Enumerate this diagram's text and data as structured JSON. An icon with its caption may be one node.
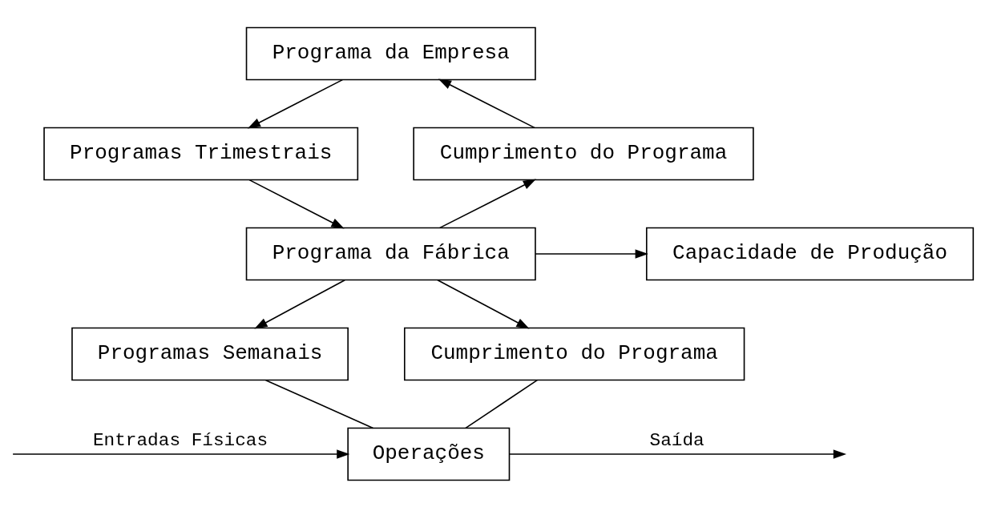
{
  "diagram": {
    "nodes": [
      {
        "text": [
          "Programa da Empresa"
        ]
      },
      {
        "text": [
          "Programas Trimestrais"
        ]
      },
      {
        "text": [
          "Cumprimento do Programa"
        ]
      },
      {
        "text": [
          "Programa da Fábrica"
        ]
      },
      {
        "text": [
          "Capacidade de Produção"
        ]
      },
      {
        "text": [
          "Programas Semanais"
        ]
      },
      {
        "text": [
          "Cumprimento do Programa"
        ]
      },
      {
        "text": [
          "Operações"
        ]
      }
    ],
    "edges": [
      {
        "from": 0,
        "to": 1,
        "arrow": "to"
      },
      {
        "from": 2,
        "to": 0,
        "arrow": "to"
      },
      {
        "from": 1,
        "to": 3,
        "arrow": "to"
      },
      {
        "from": 3,
        "to": 2,
        "arrow": "to"
      },
      {
        "from": 3,
        "to": 4,
        "arrow": "to"
      },
      {
        "from": 3,
        "to": 5,
        "arrow": "to"
      },
      {
        "from": 3,
        "to": 6,
        "arrow": "to"
      },
      {
        "from": 5,
        "to": 7,
        "arrow": "none"
      },
      {
        "from": 6,
        "to": 7,
        "arrow": "none"
      },
      {
        "from": null,
        "to": 7,
        "arrow": "to",
        "label": "Entradas Físicas"
      },
      {
        "from": 7,
        "to": null,
        "arrow": "to",
        "label": "Saída"
      }
    ]
  }
}
